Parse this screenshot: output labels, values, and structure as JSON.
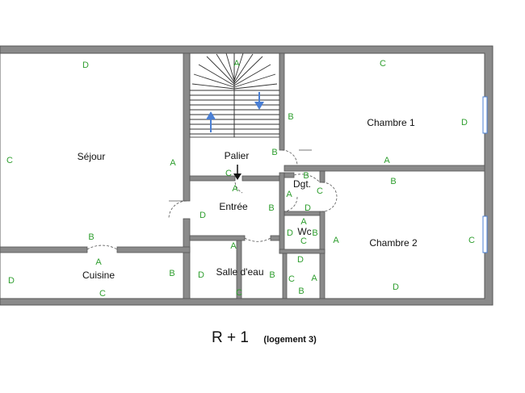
{
  "colors": {
    "wall": "#8a8a8a",
    "wall_line": "#555555",
    "wall_letter": "#2e9e2e",
    "stair_arrow": "#4a7fd4"
  },
  "rooms": {
    "sejour": "Séjour",
    "cuisine": "Cuisine",
    "palier": "Palier",
    "entree": "Entrée",
    "salle_eau": "Salle d'eau",
    "chambre1": "Chambre 1",
    "chambre2": "Chambre 2",
    "dgt": "Dgt.",
    "wc": "Wc"
  },
  "wall_letters": {
    "sejour": [
      "D",
      "C",
      "A",
      "B"
    ],
    "cuisine": [
      "A",
      "D",
      "B",
      "C"
    ],
    "stairs": [
      "A"
    ],
    "palier": [
      "B",
      "B",
      "C"
    ],
    "entree": [
      "A",
      "D",
      "B",
      "A"
    ],
    "salle_eau": [
      "D",
      "B",
      "C"
    ],
    "dgt": [
      "B",
      "A",
      "C",
      "D"
    ],
    "wc": [
      "A",
      "D",
      "B",
      "C"
    ],
    "placard": [
      "D",
      "C",
      "A",
      "B"
    ],
    "chambre1": [
      "C",
      "D",
      "A"
    ],
    "chambre2": [
      "B",
      "A",
      "C",
      "D"
    ]
  },
  "caption": {
    "title": "R + 1",
    "subtitle": "(logement 3)"
  }
}
